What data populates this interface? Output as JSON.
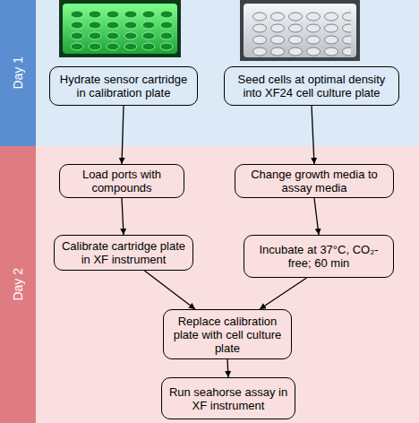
{
  "diagram": {
    "nodes": [
      {
        "text": [
          "Day 1"
        ]
      },
      {
        "text": [
          "Hydrate sensor cartridge in calibration plate"
        ],
        "in": 0
      },
      {
        "text": [
          "Seed cells at optimal density into XF24 cell culture plate"
        ],
        "in": 0
      },
      {
        "text": [
          "Day 2"
        ]
      },
      {
        "text": [
          "Load ports with compounds"
        ],
        "in": 3
      },
      {
        "text": [
          "Change growth media to assay media"
        ],
        "in": 3
      },
      {
        "text": [
          "Calibrate cartridge plate in XF instrument"
        ],
        "in": 3
      },
      {
        "text": [
          "Incubate at 37°C, CO₂-free; 60 min"
        ],
        "in": 3
      },
      {
        "text": [
          "Replace calibration plate with cell culture plate"
        ],
        "in": 3
      },
      {
        "text": [
          "Run seahorse assay in XF instrument"
        ],
        "in": 3
      }
    ],
    "edges": [
      {
        "from": 1,
        "to": 4,
        "arrow": "to"
      },
      {
        "from": 2,
        "to": 5,
        "arrow": "to"
      },
      {
        "from": 4,
        "to": 6,
        "arrow": "to"
      },
      {
        "from": 5,
        "to": 7,
        "arrow": "to"
      },
      {
        "from": 6,
        "to": 8,
        "arrow": "to"
      },
      {
        "from": 7,
        "to": 8,
        "arrow": "to"
      },
      {
        "from": 8,
        "to": 9,
        "arrow": "to"
      }
    ]
  }
}
